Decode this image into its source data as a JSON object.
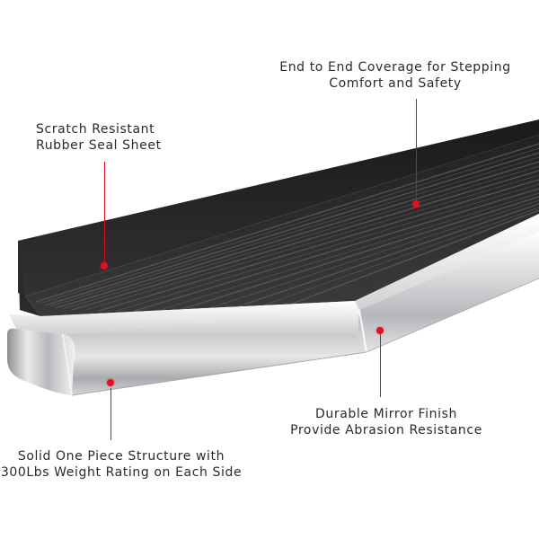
{
  "callouts": {
    "coverage": {
      "line1": "End to End Coverage for Stepping",
      "line2": "Comfort and Safety"
    },
    "scratch": {
      "line1": "Scratch Resistant",
      "line2": "Rubber Seal Sheet"
    },
    "mirror": {
      "line1": "Durable Mirror Finish",
      "line2": "Provide Abrasion Resistance"
    },
    "structure": {
      "line1": "Solid One Piece Structure with",
      "line2": "300Lbs Weight Rating on Each Side"
    }
  },
  "colors": {
    "callout_dot": "#e0101f",
    "callout_line": "#d0101e",
    "rubber_top": "#2b2b2d",
    "aluminum": "#d9dbdd"
  }
}
